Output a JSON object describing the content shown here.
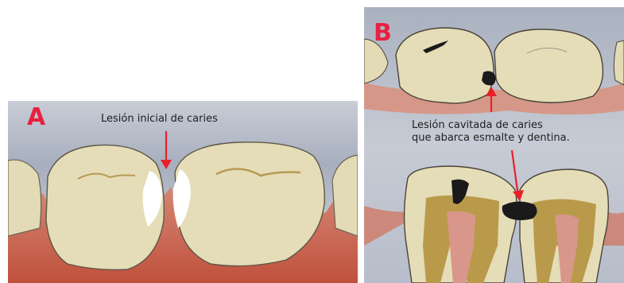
{
  "panel_a": {
    "letter": "A",
    "label": "Lesión inicial de caries"
  },
  "panel_b": {
    "letter": "B",
    "label_line1": "Lesión cavitada de caries",
    "label_line2": "que abarca esmalte y dentina."
  },
  "colors": {
    "background_gray": "#b8bfcb",
    "gum": "#c9644e",
    "tooth": "#e5ddb8",
    "dentin": "#b99a4a",
    "pulp": "#d9968a",
    "arrow": "#e8202a",
    "decay": "#1a1a1a",
    "letter": "#e8203f"
  }
}
